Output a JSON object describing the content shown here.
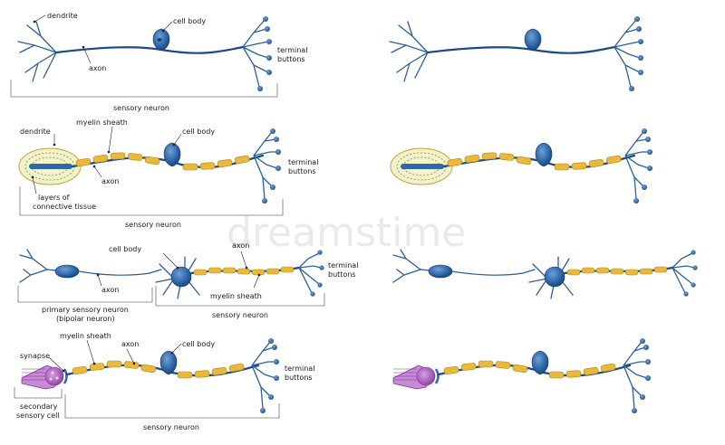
{
  "panel1": {
    "dendrite": "dendrite",
    "cell_body": "cell body",
    "axon": "axon",
    "terminal_line1": "terminal",
    "terminal_line2": "buttons",
    "caption": "sensory neuron"
  },
  "panel2": {
    "dendrite": "dendrite",
    "myelin_sheath": "myelin sheath",
    "cell_body": "cell body",
    "axon": "axon",
    "terminal_line1": "terminal",
    "terminal_line2": "buttons",
    "layers_line1": "layers of",
    "layers_line2": "connective tissue",
    "caption": "sensory neuron"
  },
  "panel3": {
    "cell_body": "cell body",
    "axon_right": "axon",
    "terminal_line1": "terminal",
    "terminal_line2": "buttons",
    "axon_left": "axon",
    "myelin_sheath": "myelin sheath",
    "caption_left_line1": "primary sensory neuron",
    "caption_left_line2": "(bipolar neuron)",
    "caption_right": "sensory neuron"
  },
  "panel4": {
    "myelin_sheath": "myelin sheath",
    "axon": "axon",
    "cell_body": "cell body",
    "synapse": "synapse",
    "terminal_line1": "terminal",
    "terminal_line2": "buttons",
    "secondary_line1": "secondary",
    "secondary_line2": "sensory cell",
    "caption": "sensory neuron"
  },
  "watermark": "dreamstime",
  "colors": {
    "nerve": "#1d4a86",
    "cell_body": "#2f67a8",
    "myelin": "#e8b93a",
    "sensory_cell": "#a654b8"
  }
}
